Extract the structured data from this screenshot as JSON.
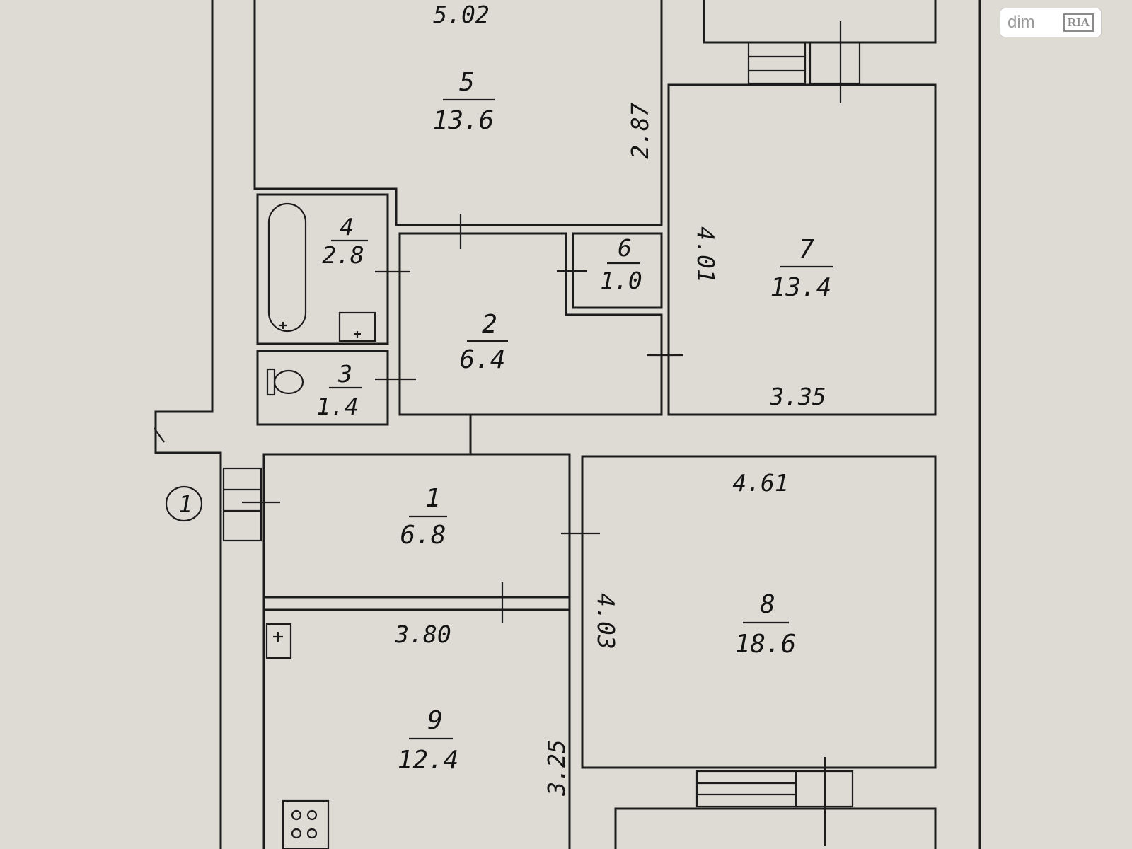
{
  "watermark": {
    "brand": "dim",
    "logo_text": "RIA"
  },
  "entrance_marker": "1",
  "rooms": [
    {
      "id": "room-5",
      "number": "5",
      "area": "13.6"
    },
    {
      "id": "room-4",
      "number": "4",
      "area": "2.8"
    },
    {
      "id": "room-6",
      "number": "6",
      "area": "1.0"
    },
    {
      "id": "room-7",
      "number": "7",
      "area": "13.4"
    },
    {
      "id": "room-2",
      "number": "2",
      "area": "6.4"
    },
    {
      "id": "room-3",
      "number": "3",
      "area": "1.4"
    },
    {
      "id": "room-1",
      "number": "1",
      "area": "6.8"
    },
    {
      "id": "room-8",
      "number": "8",
      "area": "18.6"
    },
    {
      "id": "room-9",
      "number": "9",
      "area": "12.4"
    }
  ],
  "dimensions": [
    "5.02",
    "2.87",
    "4.01",
    "3.35",
    "4.61",
    "4.03",
    "3.80",
    "3.25"
  ]
}
